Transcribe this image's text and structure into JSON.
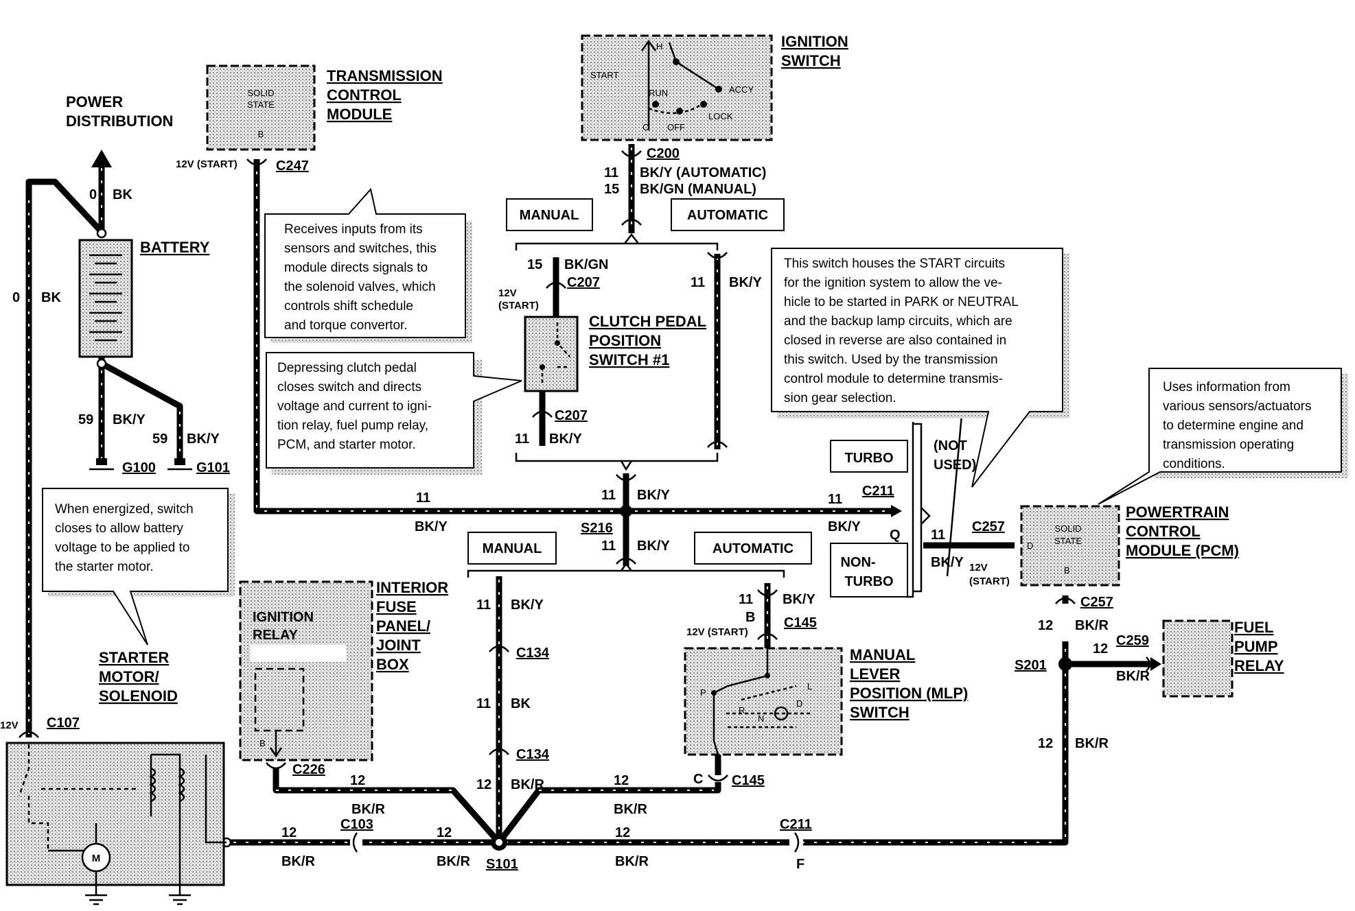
{
  "labels": {
    "power_distribution": [
      "POWER",
      "DISTRIBUTION"
    ],
    "battery": "BATTERY",
    "g100": "G100",
    "g101": "G101",
    "tcm": [
      "TRANSMISSION",
      "CONTROL",
      "MODULE"
    ],
    "tcm_inner": [
      "SOLID",
      "STATE",
      "B"
    ],
    "ignition_switch": [
      "IGNITION",
      "SWITCH"
    ],
    "ign_positions": [
      "H",
      "START",
      "RUN",
      "ACCY",
      "LOCK",
      "OFF",
      "C"
    ],
    "clutch_switch": [
      "CLUTCH PEDAL",
      "POSITION",
      "SWITCH #1"
    ],
    "starter": [
      "STARTER",
      "MOTOR/",
      "SOLENOID"
    ],
    "fuse_panel": [
      "INTERIOR",
      "FUSE",
      "PANEL/",
      "JOINT",
      "BOX"
    ],
    "ignition_relay": [
      "IGNITION",
      "RELAY",
      "B"
    ],
    "mlp": [
      "MANUAL",
      "LEVER",
      "POSITION (MLP)",
      "SWITCH"
    ],
    "mlp_positions": [
      "P",
      "R",
      "N",
      "D",
      "L"
    ],
    "pcm": [
      "POWERTRAIN",
      "CONTROL",
      "MODULE (PCM)"
    ],
    "pcm_inner": [
      "SOLID",
      "STATE",
      "D",
      "B"
    ],
    "fuel_pump_relay": [
      "FUEL",
      "PUMP",
      "RELAY"
    ],
    "motor": "M"
  },
  "boxes": {
    "manual_top": "MANUAL",
    "automatic_top": "AUTOMATIC",
    "manual_mid": "MANUAL",
    "automatic_mid": "AUTOMATIC",
    "turbo": "TURBO",
    "non_turbo": [
      "NON-",
      "TURBO"
    ],
    "not_used": [
      "(NOT",
      "USED)"
    ],
    "q": "Q"
  },
  "notes": {
    "tcm": [
      "Receives inputs from its",
      "sensors and switches, this",
      "module directs signals to",
      "the solenoid valves, which",
      "controls shift schedule",
      "and torque convertor."
    ],
    "clutch": [
      "Depressing clutch pedal",
      "closes switch and directs",
      "voltage and current to igni-",
      "tion relay, fuel pump relay,",
      "PCM, and starter motor."
    ],
    "mlp": [
      "This switch houses the START circuits",
      "for the ignition system to allow the ve-",
      "hicle to be started in PARK or NEUTRAL",
      "and the backup lamp circuits, which are",
      "closed in reverse are also contained in",
      "this switch. Used by the transmission",
      "control module to determine transmis-",
      "sion gear selection."
    ],
    "pcm": [
      "Uses information from",
      "various sensors/actuators",
      "to determine engine and",
      "transmission operating",
      "conditions."
    ],
    "starter": [
      "When energized, switch",
      "closes to allow battery",
      "voltage to be applied to",
      "the starter motor."
    ]
  },
  "connectors": {
    "c247": "C247",
    "c200": "C200",
    "c207a": "C207",
    "c207b": "C207",
    "c211a": "C211",
    "c211b": "C211",
    "c257a": "C257",
    "c257b": "C257",
    "s216": "S216",
    "c134a": "C134",
    "c134b": "C134",
    "c145a": "C145",
    "c145b": "C145",
    "c226": "C226",
    "c107": "C107",
    "c103": "C103",
    "s101": "S101",
    "s201": "S201",
    "c259": "C259"
  },
  "wires": {
    "w0bk_top": [
      "0",
      "BK"
    ],
    "w0bk_left": [
      "0",
      "BK"
    ],
    "w59a": [
      "59",
      "BK/Y"
    ],
    "w59b": [
      "59",
      "BK/Y"
    ],
    "c200_auto": [
      "11",
      "BK/Y (AUTOMATIC)"
    ],
    "c200_man": [
      "15",
      "BK/GN  (MANUAL)"
    ],
    "w15": [
      "15",
      "BK/GN"
    ],
    "w11_right": [
      "11",
      "BK/Y"
    ],
    "w11_below_clutch": [
      "11",
      "BK/Y"
    ],
    "w11_main_left": [
      "11",
      "BK/Y"
    ],
    "w11_top_s216": [
      "11",
      "BK/Y"
    ],
    "w11_bottom_s216": [
      "11",
      "BK/Y"
    ],
    "w11_main_right": [
      "11",
      "BK/Y"
    ],
    "w11_pcm": [
      "11",
      "BK/Y"
    ],
    "w11_down": [
      "11",
      "BK/Y"
    ],
    "w11_bk": [
      "11",
      "BK"
    ],
    "w11_mlp_in": [
      "11",
      "BK/Y"
    ],
    "w12_c226": [
      "12",
      "BK/R"
    ],
    "w12_down": [
      "12",
      "BK/R"
    ],
    "w12_right": [
      "12",
      "BK/R"
    ],
    "w12_start": [
      "12",
      "BK/R"
    ],
    "w12_c103": [
      "12",
      "BK/R"
    ],
    "w12_s101r": [
      "12",
      "BK/R"
    ],
    "w12_pcm": [
      "12",
      "BK/R"
    ],
    "w12_s201": [
      "12",
      "BK/R"
    ],
    "w12_fuel": [
      "12",
      "BK/R"
    ],
    "v12_start": "12V (START)",
    "v12_start_clutch": [
      "12V",
      "(START)"
    ],
    "v12_start_pcm": [
      "12V",
      "(START)"
    ],
    "v12_start_mlp": "12V (START)",
    "v12_starter": "12V",
    "pin_b": "B",
    "pin_c": "C",
    "pin_f": "F"
  }
}
